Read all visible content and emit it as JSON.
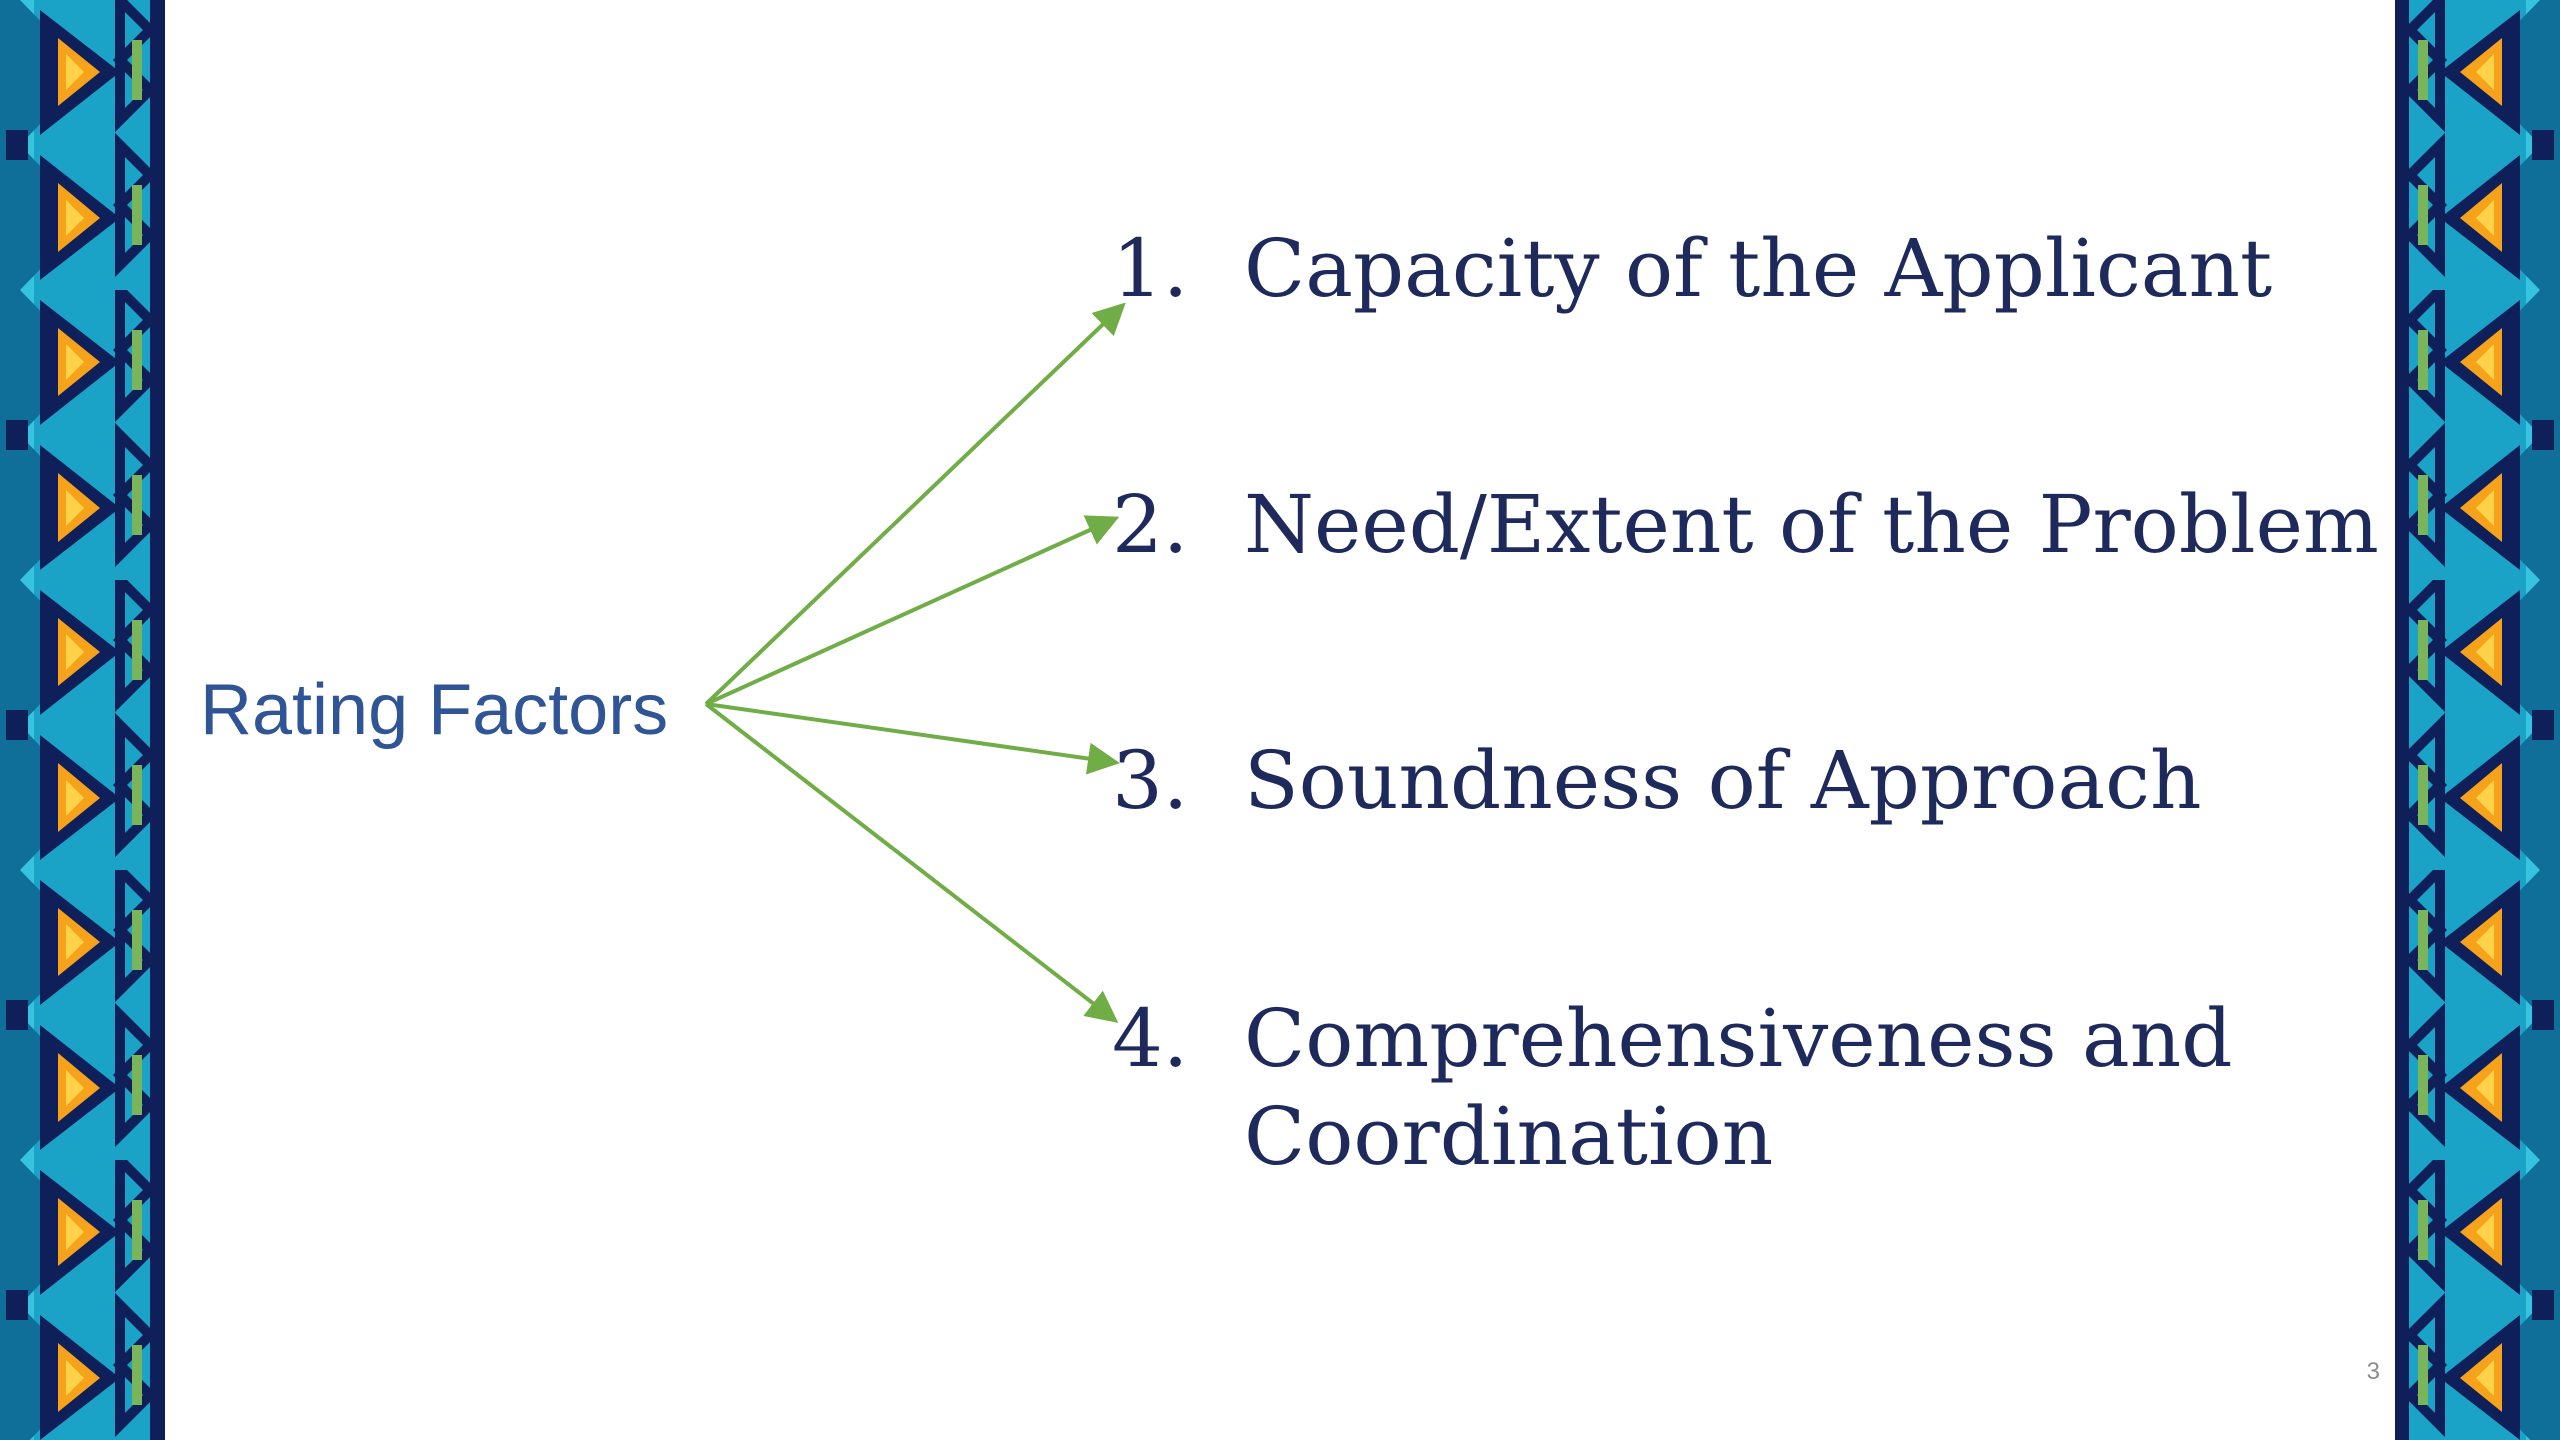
{
  "slide": {
    "source_label": "Rating Factors",
    "factors": [
      {
        "number": "1.",
        "label": "Capacity of the Applicant"
      },
      {
        "number": "2.",
        "label": "Need/Extent of the Problem"
      },
      {
        "number": "3.",
        "label": "Soundness of Approach"
      },
      {
        "number": "4.",
        "label": "Comprehensiveness and Coordination"
      }
    ],
    "page_number": "3"
  },
  "colors": {
    "label_blue": "#2f5597",
    "list_navy": "#1f2a5c",
    "arrow_green": "#70ad47",
    "border_navy": "#0f1f5a",
    "border_teal": "#1ba3c7",
    "border_cyan": "#35c3e0",
    "border_orange": "#f6a21a",
    "border_yellow": "#ffd24a",
    "border_green": "#7ab55c"
  },
  "decorations": {
    "side_borders": "southwestern-pattern-border"
  }
}
